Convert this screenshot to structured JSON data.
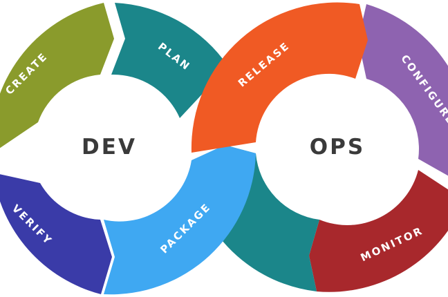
{
  "hubs": {
    "dev": {
      "label": "DEV"
    },
    "ops": {
      "label": "OPS"
    }
  },
  "stages": {
    "create": {
      "label": "CREATE",
      "color": "#8a9b2c"
    },
    "plan": {
      "label": "PLAN",
      "color": "#1b868a"
    },
    "verify": {
      "label": "VERIFY",
      "color": "#3a3ba8"
    },
    "package": {
      "label": "PACKAGE",
      "color": "#3fa8f2"
    },
    "release": {
      "label": "RELEASE",
      "color": "#f05a24"
    },
    "configure": {
      "label": "CONFIGURE",
      "color": "#8e63b0"
    },
    "monitor": {
      "label": "MONITOR",
      "color": "#a8282c"
    },
    "crossover": {
      "color": "#1b868a"
    }
  }
}
